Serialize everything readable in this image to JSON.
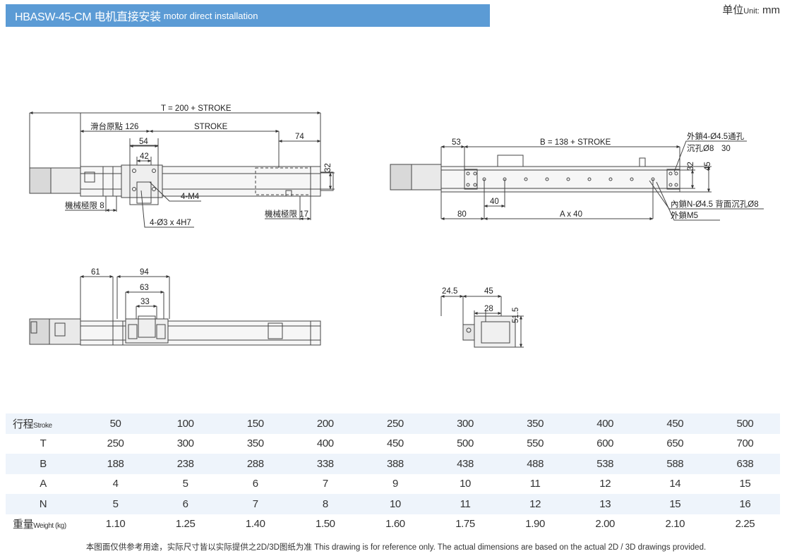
{
  "header": {
    "title": "HBASW-45-CM 电机直接安装",
    "title_en": "motor direct installation",
    "unit_label": "单位",
    "unit_value_small": "Unit:",
    "unit_value": "mm"
  },
  "drawing_labels": {
    "t_total": "T = 200 + STROKE",
    "home": "滑台原點 126",
    "stroke": "STROKE",
    "d74": "74",
    "d54": "54",
    "d42": "42",
    "d32a": "32",
    "m4": "4-M4",
    "limit8": "機械極限 8",
    "limit17": "機械極限 17",
    "pin": "4-Ø3 x 4H7",
    "d53": "53",
    "b_total": "B = 138 + STROKE",
    "outer_lock": "外鎖4-Ø4.5通孔",
    "counterbore": "沉孔Ø8",
    "depth30": "30",
    "d32b": "32",
    "d45": "45",
    "inner_lock": "內鎖N-Ø4.5 背面沉孔Ø8",
    "outer_m5": "外鎖M5",
    "d40": "40",
    "d80": "80",
    "ax40": "A x 40",
    "d61": "61",
    "d94": "94",
    "d63": "63",
    "d33": "33",
    "d245": "24.5",
    "d45b": "45",
    "d28": "28",
    "d515": "51.5"
  },
  "spec_table": {
    "rows": [
      {
        "label": "行程",
        "label_small": "Stroke",
        "values": [
          "50",
          "100",
          "150",
          "200",
          "250",
          "300",
          "350",
          "400",
          "450",
          "500"
        ]
      },
      {
        "label": "T",
        "label_small": "",
        "values": [
          "250",
          "300",
          "350",
          "400",
          "450",
          "500",
          "550",
          "600",
          "650",
          "700"
        ]
      },
      {
        "label": "B",
        "label_small": "",
        "values": [
          "188",
          "238",
          "288",
          "338",
          "388",
          "438",
          "488",
          "538",
          "588",
          "638"
        ]
      },
      {
        "label": "A",
        "label_small": "",
        "values": [
          "4",
          "5",
          "6",
          "7",
          "9",
          "10",
          "11",
          "12",
          "14",
          "15"
        ]
      },
      {
        "label": "N",
        "label_small": "",
        "values": [
          "5",
          "6",
          "7",
          "8",
          "10",
          "11",
          "12",
          "13",
          "15",
          "16"
        ]
      },
      {
        "label": "重量",
        "label_small": "Weight (kg)",
        "values": [
          "1.10",
          "1.25",
          "1.40",
          "1.50",
          "1.60",
          "1.75",
          "1.90",
          "2.00",
          "2.10",
          "2.25"
        ]
      }
    ]
  },
  "footnote": "本图面仅供参考用途，实际尺寸皆以实际提供之2D/3D图纸为准 This drawing is for reference only. The actual dimensions are based on the actual 2D / 3D drawings provided."
}
